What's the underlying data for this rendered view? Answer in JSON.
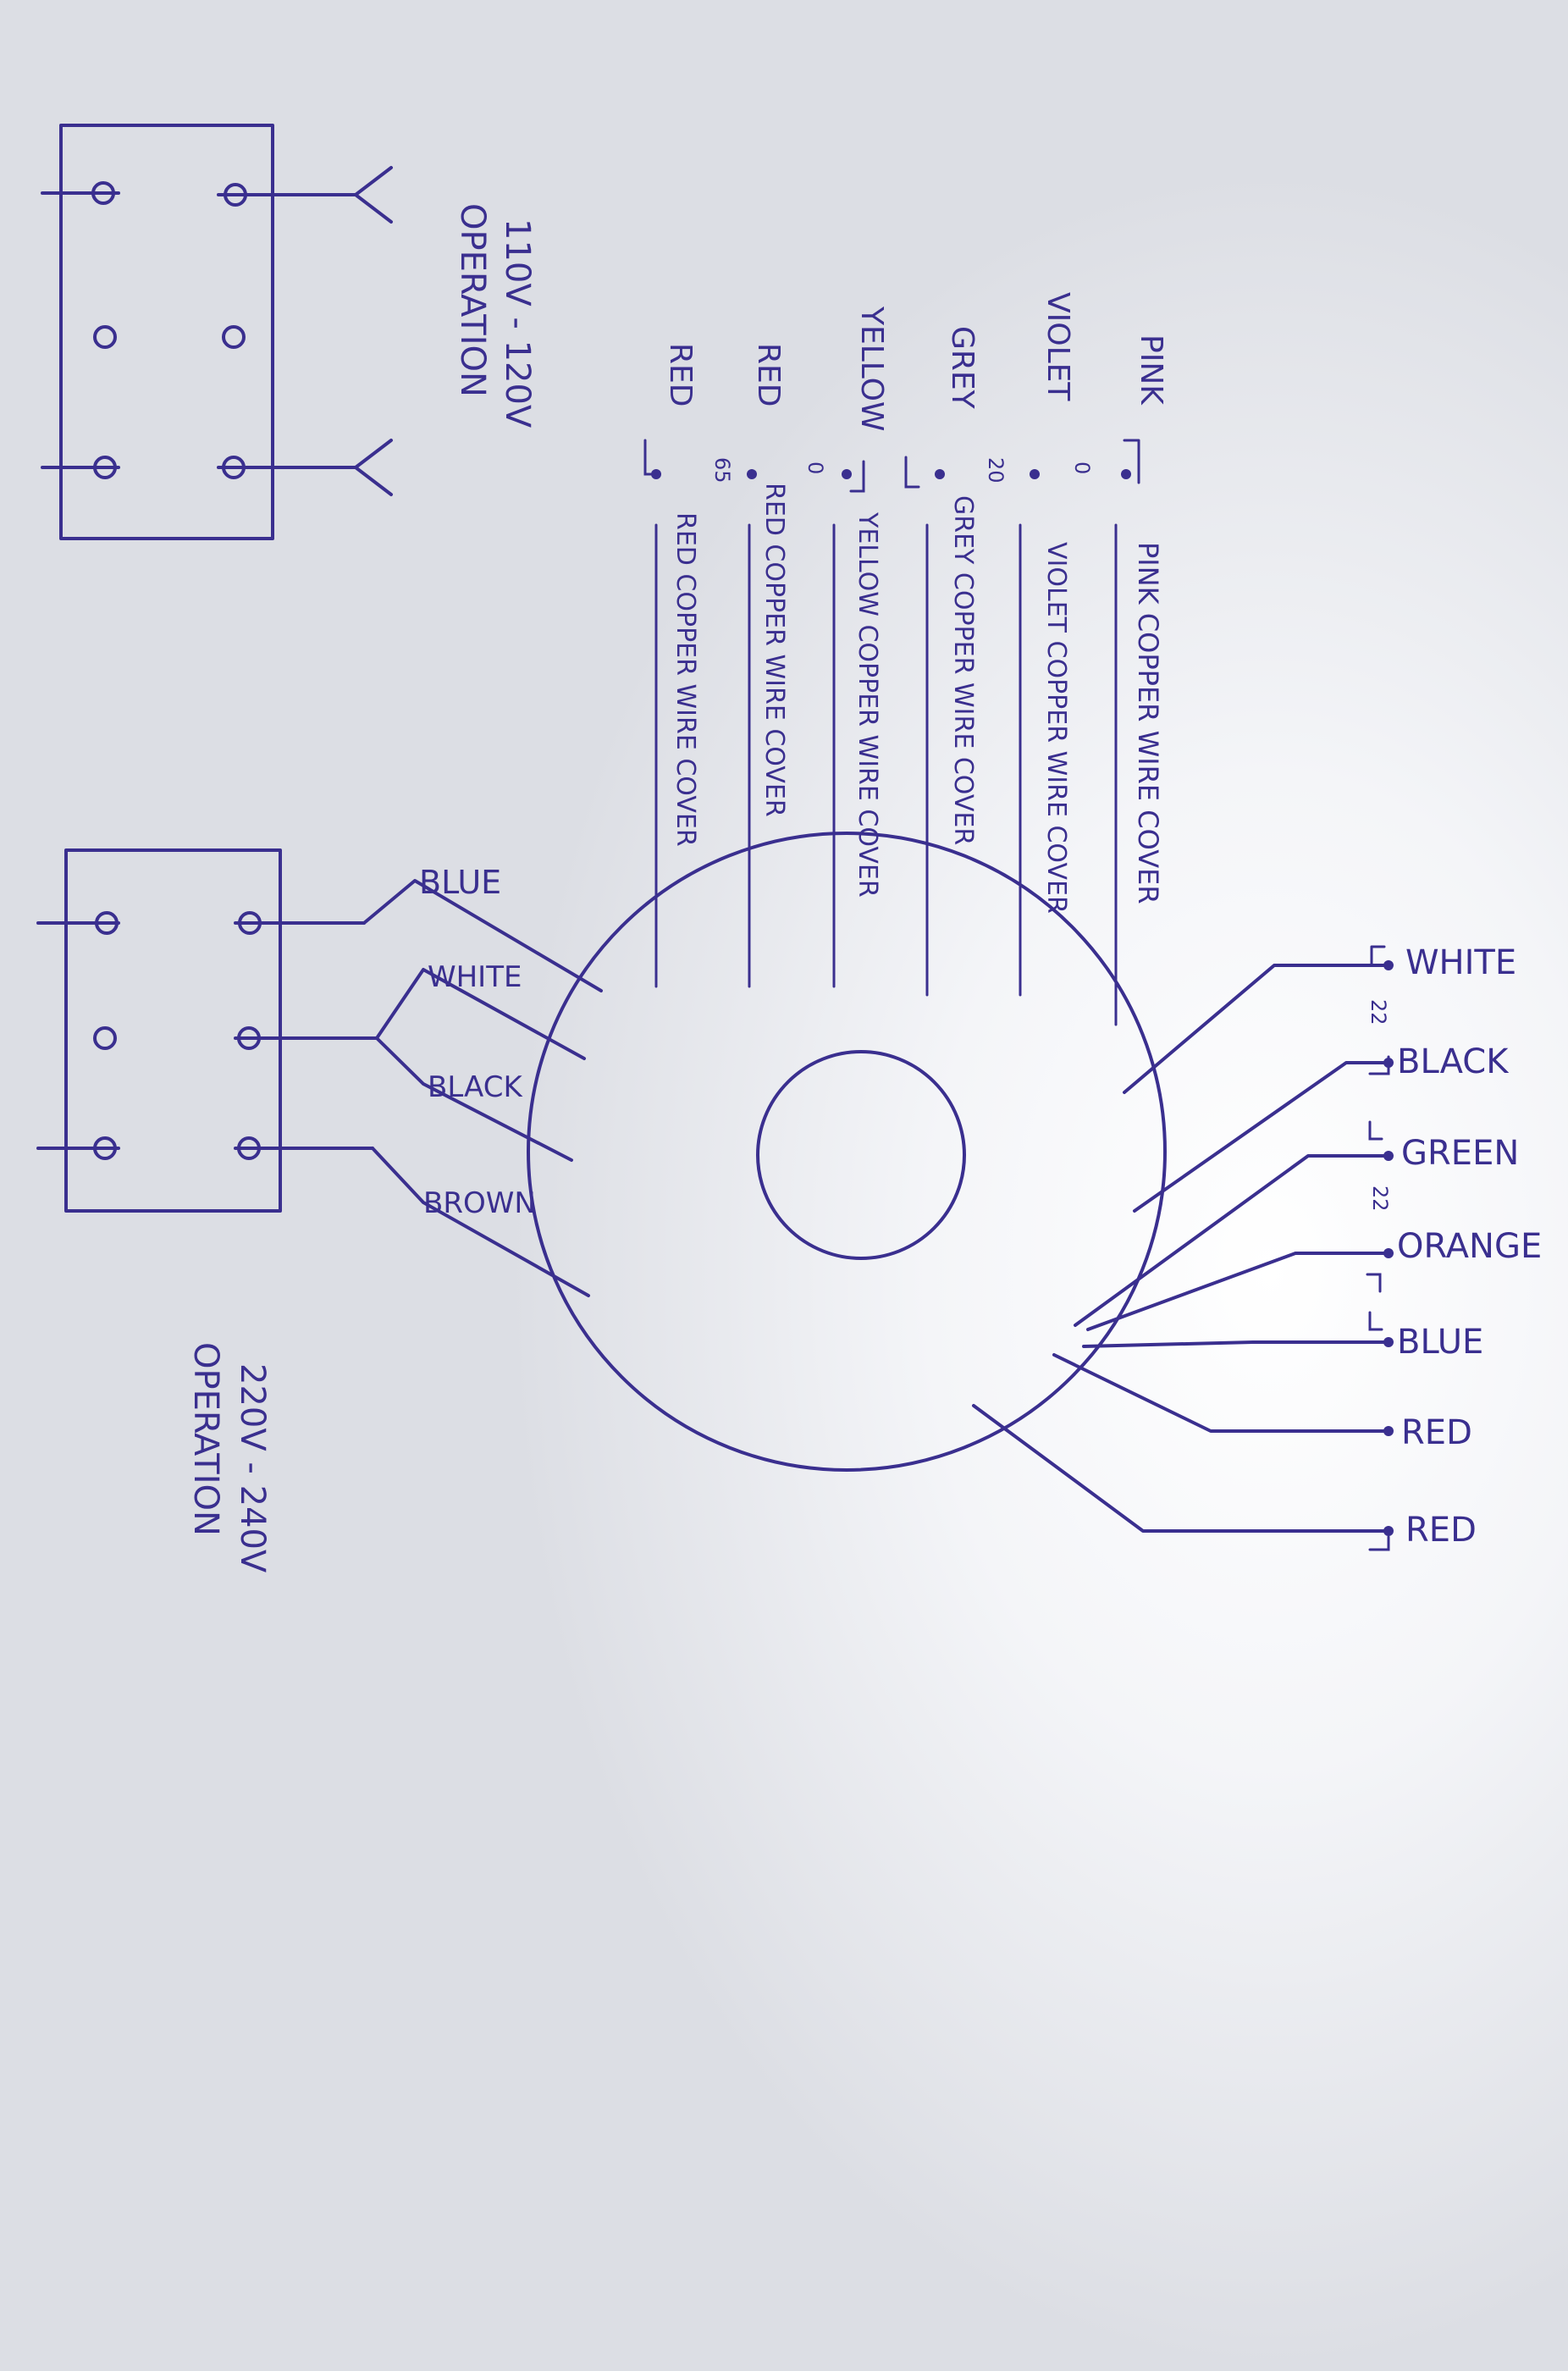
{
  "diagram": {
    "motor_leads_left": [
      {
        "label": "PINK",
        "number": "",
        "cover": "PINK COPPER WIRE COVER"
      },
      {
        "label": "VIOLET",
        "number": "0",
        "cover": "VIOLET COPPER WIRE COVER"
      },
      {
        "label": "GREY",
        "number": "20",
        "cover": "GREY COPPER WIRE COVER"
      },
      {
        "label": "YELLOW",
        "number": "",
        "cover": "YELLOW COPPER WIRE COVER"
      },
      {
        "label": "RED",
        "number": "0",
        "cover": "RED COPPER WIRE COVER"
      },
      {
        "label": "RED",
        "number": "65",
        "cover": "RED COPPER WIRE COVER"
      }
    ],
    "operation_110": "110V - 120V",
    "operation_110_word": "OPERATION",
    "terminal_leads": [
      "BLUE",
      "WHITE",
      "BLACK",
      "BROWN"
    ],
    "motor_leads_right": [
      {
        "label": "WHITE"
      },
      {
        "label": "BLACK"
      },
      {
        "label": "GREEN"
      },
      {
        "label": "ORANGE"
      },
      {
        "label": "BLUE"
      },
      {
        "label": "RED"
      },
      {
        "label": "RED"
      }
    ],
    "right_numbers": [
      "22",
      "22"
    ],
    "operation_220": "220V - 240V",
    "operation_220_word": "OPERATION"
  }
}
